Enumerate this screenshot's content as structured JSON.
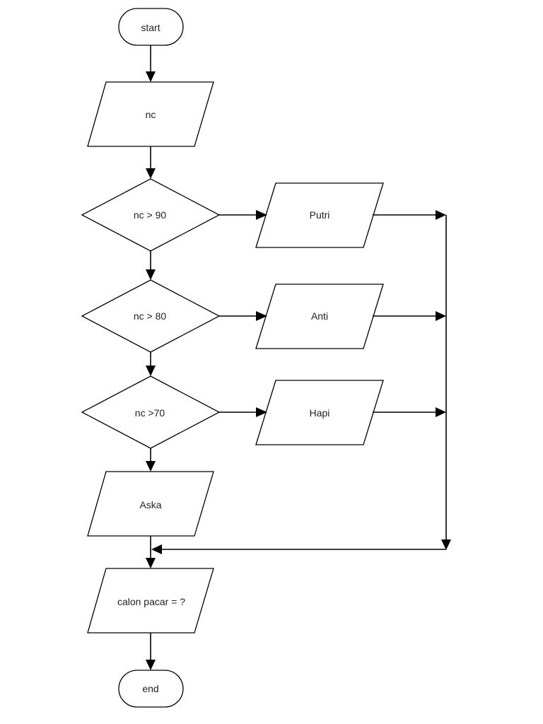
{
  "flowchart": {
    "start_label": "start",
    "input_label": "nc",
    "decision_1_label": "nc > 90",
    "output_1_label": "Putri",
    "decision_2_label": "nc > 80",
    "output_2_label": "Anti",
    "decision_3_label": "nc >70",
    "output_3_label": "Hapi",
    "default_output_label": "Aska",
    "result_label": "calon pacar = ?",
    "end_label": "end"
  },
  "colors": {
    "line": "#000000",
    "fill": "#ffffff",
    "text": "#222222"
  }
}
